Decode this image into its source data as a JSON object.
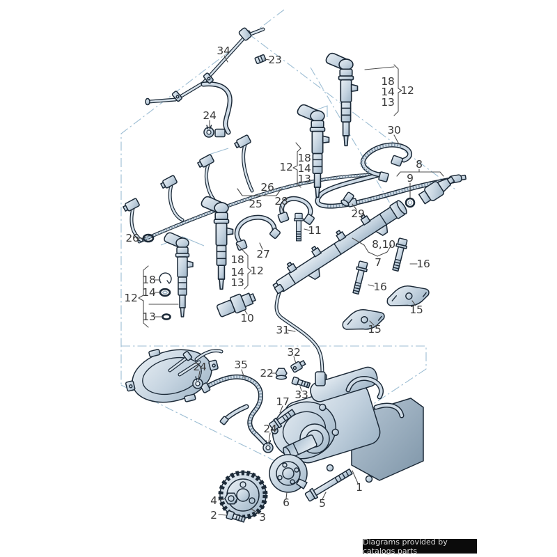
{
  "footer": {
    "badge": "Diagrams provided by catalogs parts"
  },
  "colors": {
    "outline": "#1c2a38",
    "part_fill_light": "#e9eff5",
    "part_fill_mid": "#c3d2df",
    "part_fill_shadow": "#9db3c5",
    "guide_blue": "#9cbdd3",
    "label_text": "#3a3a3a",
    "badge_bg": "#0b0b0b",
    "badge_text": "#dcdcdc"
  },
  "callouts": [
    {
      "text": "34"
    },
    {
      "text": "23"
    },
    {
      "text": "24"
    },
    {
      "text": "18"
    },
    {
      "text": "14"
    },
    {
      "text": "13"
    },
    {
      "text": "12"
    },
    {
      "text": "30"
    },
    {
      "text": "8"
    },
    {
      "text": "9"
    },
    {
      "text": "12"
    },
    {
      "text": "18"
    },
    {
      "text": "14"
    },
    {
      "text": "13"
    },
    {
      "text": "26"
    },
    {
      "text": "25"
    },
    {
      "text": "28"
    },
    {
      "text": "29"
    },
    {
      "text": "11"
    },
    {
      "text": "27"
    },
    {
      "text": "8,10"
    },
    {
      "text": "7"
    },
    {
      "text": "16"
    },
    {
      "text": "16"
    },
    {
      "text": "15"
    },
    {
      "text": "15"
    },
    {
      "text": "26"
    },
    {
      "text": "18"
    },
    {
      "text": "14"
    },
    {
      "text": "12"
    },
    {
      "text": "13"
    },
    {
      "text": "18"
    },
    {
      "text": "14"
    },
    {
      "text": "13"
    },
    {
      "text": "12"
    },
    {
      "text": "10"
    },
    {
      "text": "31"
    },
    {
      "text": "24"
    },
    {
      "text": "35"
    },
    {
      "text": "22"
    },
    {
      "text": "32"
    },
    {
      "text": "33"
    },
    {
      "text": "17"
    },
    {
      "text": "24"
    },
    {
      "text": "4"
    },
    {
      "text": "2"
    },
    {
      "text": "3"
    },
    {
      "text": "6"
    },
    {
      "text": "5"
    },
    {
      "text": "1"
    }
  ]
}
